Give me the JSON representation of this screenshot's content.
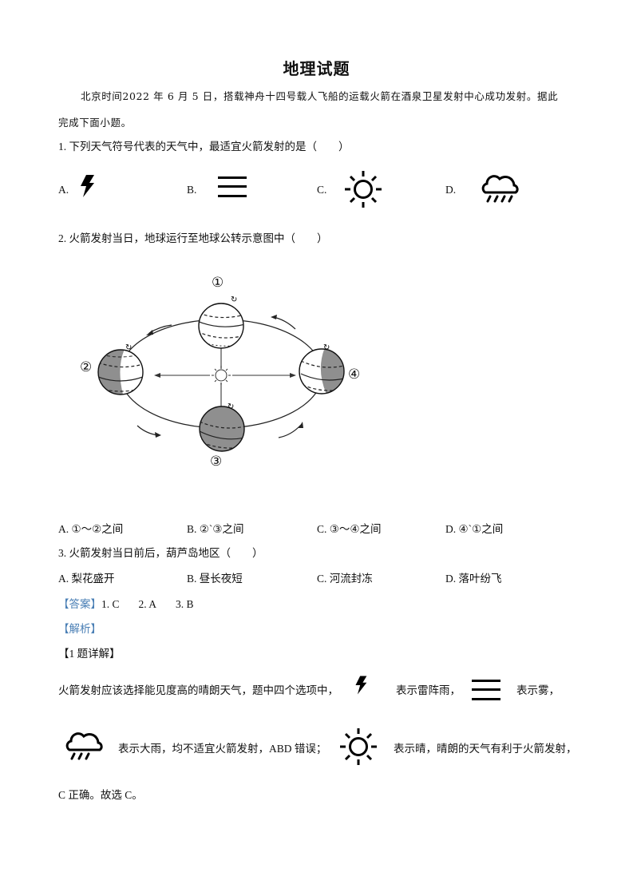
{
  "document": {
    "title": "地理试题",
    "intro_line1": "北京时间2022 年 6 月 5 日，搭载神舟十四号载人飞船的运载火箭在酒泉卫星发射中心成功发射。据此",
    "intro_line2": "完成下面小题。"
  },
  "questions": [
    {
      "number": "1.",
      "stem": "1. 下列天气符号代表的天气中，最适宜火箭发射的是（　　）",
      "options": [
        {
          "label": "A.",
          "icon": "lightning-icon"
        },
        {
          "label": "B.",
          "icon": "fog-icon"
        },
        {
          "label": "C.",
          "icon": "sun-icon"
        },
        {
          "label": "D.",
          "icon": "rain-cloud-icon"
        }
      ]
    },
    {
      "number": "2.",
      "stem": "2. 火箭发射当日，地球运行至地球公转示意图中（　　）",
      "diagram": {
        "positions": [
          "①",
          "②",
          "③",
          "④"
        ]
      },
      "options": [
        {
          "label": "A. ①～②之间"
        },
        {
          "label": "B. ②`③之间"
        },
        {
          "label": "C. ③～④之间"
        },
        {
          "label": "D. ④`①之间"
        }
      ]
    },
    {
      "number": "3.",
      "stem": "3. 火箭发射当日前后，葫芦岛地区（　　）",
      "options": [
        {
          "label": "A.  梨花盛开"
        },
        {
          "label": "B.  昼长夜短"
        },
        {
          "label": "C.  河流封冻"
        },
        {
          "label": "D.  落叶纷飞"
        }
      ]
    }
  ],
  "answer": {
    "tag": "【答案】",
    "values": [
      "1. C",
      "2. A",
      "3. B"
    ]
  },
  "analysis": {
    "tag": "【解析】",
    "q1_header": "【1 题详解】",
    "line1_a": "火箭发射应该选择能见度高的晴朗天气，题中四个选项中，",
    "line1_b": "表示雷阵雨，",
    "line1_c": "表示雾，",
    "line2_a": "表示大雨，均不适宜火箭发射，ABD 错误；",
    "line2_b": "表示晴，晴朗的天气有利于火箭发射，",
    "line3": "C 正确。故选 C。"
  }
}
